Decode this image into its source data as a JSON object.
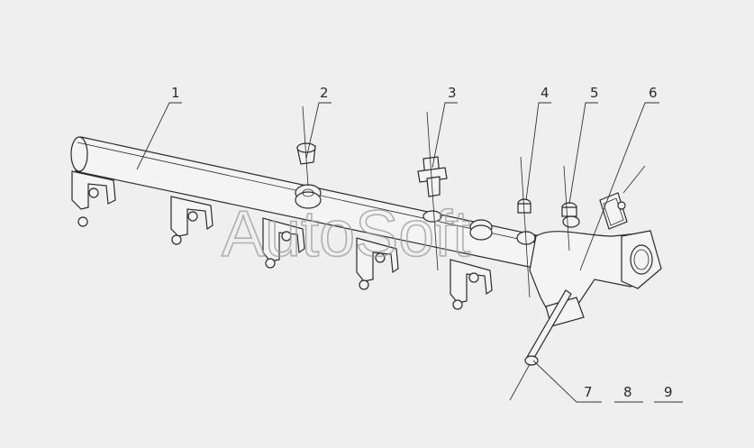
{
  "watermark": "AutoSoft",
  "callouts": [
    "1",
    "2",
    "3",
    "4",
    "5",
    "6",
    "7",
    "8",
    "9"
  ]
}
